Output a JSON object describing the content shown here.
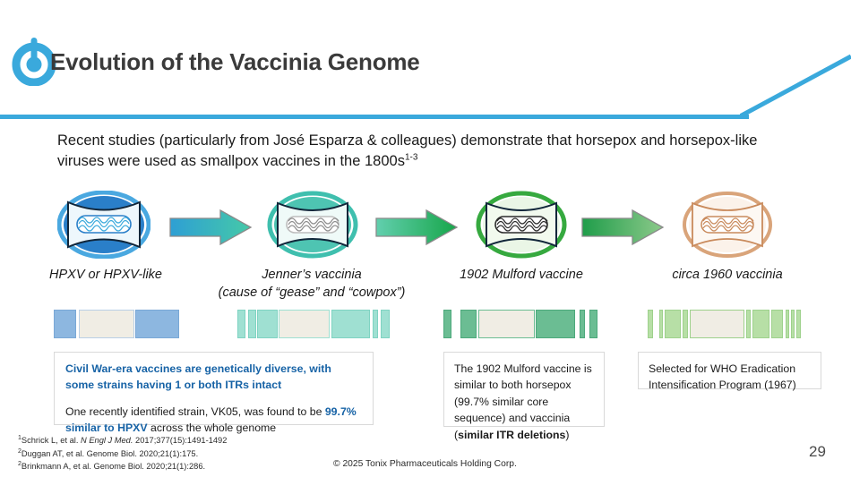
{
  "header": {
    "title": "Evolution of the Vaccinia Genome",
    "logo_icon": "tonix-power-logo-icon",
    "accent_color": "#3aa9dc"
  },
  "intro": {
    "line1": "Recent studies (particularly from José Esparza & colleagues) demonstrate that horsepox and",
    "line2": "horsepox-like viruses were used as smallpox vaccines in the 1800s",
    "citation": "1-3"
  },
  "timeline": {
    "stages": [
      {
        "virion_name": "virion-hpxv-icon",
        "caption_line1": "HPXV or HPXV-like",
        "caption_line2": "",
        "ring_color": "#2a7fc9",
        "core_color": "#3aa9dc"
      },
      {
        "virion_name": "virion-jenners-vaccinia-icon",
        "caption_line1": "Jenner’s vaccinia",
        "caption_line2": "(cause of “gease” and “cowpox”)",
        "ring_color": "#3fbfae",
        "core_color": "#8d8d8d"
      },
      {
        "virion_name": "virion-mulford-1902-icon",
        "caption_line1": "1902 Mulford vaccine",
        "caption_line2": "",
        "ring_color": "#36a93f",
        "core_color": "#2b2b2b"
      },
      {
        "virion_name": "virion-circa-1960-vaccinia-icon",
        "caption_line1": "circa 1960 vaccinia",
        "caption_line2": "",
        "ring_color": "#d9a47a",
        "core_color": "#c98a5c"
      }
    ],
    "arrows": [
      {
        "name": "arrow-hpxv-to-jenner",
        "from_color": "#2e9fd4",
        "to_color": "#45c9a8"
      },
      {
        "name": "arrow-jenner-to-mulford",
        "from_color": "#62cfae",
        "to_color": "#17a64a"
      },
      {
        "name": "arrow-mulford-to-1960",
        "from_color": "#1f9d4a",
        "to_color": "#8cc98a"
      }
    ]
  },
  "genomes": [
    {
      "name": "genome-bar-hpxv",
      "segments": [
        {
          "width_pct": 18,
          "color": "#8db7e0",
          "border": "#7aa8d6"
        },
        {
          "width_pct": 2,
          "color": "#ffffff",
          "border": "#ffffff"
        },
        {
          "width_pct": 44,
          "color": "#f0ede4",
          "border": "#b9cfe6"
        },
        {
          "width_pct": 1,
          "color": "#ffffff",
          "border": "#ffffff"
        },
        {
          "width_pct": 35,
          "color": "#8db7e0",
          "border": "#7aa8d6"
        }
      ]
    },
    {
      "name": "genome-bar-jenners-vaccinia",
      "segments": [
        {
          "width_pct": 5,
          "color": "#9fe0d2",
          "border": "#7fd3c2"
        },
        {
          "width_pct": 2,
          "color": "#ffffff",
          "border": "#ffffff"
        },
        {
          "width_pct": 5,
          "color": "#9fe0d2",
          "border": "#7fd3c2"
        },
        {
          "width_pct": 1,
          "color": "#ffffff",
          "border": "#ffffff"
        },
        {
          "width_pct": 13,
          "color": "#9fe0d2",
          "border": "#7fd3c2"
        },
        {
          "width_pct": 1,
          "color": "#ffffff",
          "border": "#ffffff"
        },
        {
          "width_pct": 33,
          "color": "#f0ede4",
          "border": "#9fe0d2"
        },
        {
          "width_pct": 1,
          "color": "#ffffff",
          "border": "#ffffff"
        },
        {
          "width_pct": 25,
          "color": "#9fe0d2",
          "border": "#7fd3c2"
        },
        {
          "width_pct": 2,
          "color": "#ffffff",
          "border": "#ffffff"
        },
        {
          "width_pct": 3,
          "color": "#9fe0d2",
          "border": "#7fd3c2"
        },
        {
          "width_pct": 2,
          "color": "#ffffff",
          "border": "#ffffff"
        },
        {
          "width_pct": 6,
          "color": "#9fe0d2",
          "border": "#7fd3c2"
        }
      ]
    },
    {
      "name": "genome-bar-mulford-1902",
      "segments": [
        {
          "width_pct": 5,
          "color": "#6bbd93",
          "border": "#4da97c"
        },
        {
          "width_pct": 6,
          "color": "#ffffff",
          "border": "#ffffff"
        },
        {
          "width_pct": 10,
          "color": "#6bbd93",
          "border": "#4da97c"
        },
        {
          "width_pct": 1,
          "color": "#ffffff",
          "border": "#ffffff"
        },
        {
          "width_pct": 36,
          "color": "#f0ede4",
          "border": "#6bbd93"
        },
        {
          "width_pct": 1,
          "color": "#ffffff",
          "border": "#ffffff"
        },
        {
          "width_pct": 25,
          "color": "#6bbd93",
          "border": "#4da97c"
        },
        {
          "width_pct": 3,
          "color": "#ffffff",
          "border": "#ffffff"
        },
        {
          "width_pct": 3,
          "color": "#6bbd93",
          "border": "#4da97c"
        },
        {
          "width_pct": 3,
          "color": "#ffffff",
          "border": "#ffffff"
        },
        {
          "width_pct": 5,
          "color": "#6bbd93",
          "border": "#4da97c"
        }
      ]
    },
    {
      "name": "genome-bar-circa-1960-vaccinia",
      "segments": [
        {
          "width_pct": 3,
          "color": "#b7dfa6",
          "border": "#9ed18c"
        },
        {
          "width_pct": 4,
          "color": "#ffffff",
          "border": "#ffffff"
        },
        {
          "width_pct": 2,
          "color": "#b7dfa6",
          "border": "#9ed18c"
        },
        {
          "width_pct": 1,
          "color": "#ffffff",
          "border": "#ffffff"
        },
        {
          "width_pct": 10,
          "color": "#b7dfa6",
          "border": "#9ed18c"
        },
        {
          "width_pct": 1,
          "color": "#ffffff",
          "border": "#ffffff"
        },
        {
          "width_pct": 3,
          "color": "#b7dfa6",
          "border": "#9ed18c"
        },
        {
          "width_pct": 1,
          "color": "#ffffff",
          "border": "#ffffff"
        },
        {
          "width_pct": 33,
          "color": "#f0ede4",
          "border": "#9ed18c"
        },
        {
          "width_pct": 1,
          "color": "#ffffff",
          "border": "#ffffff"
        },
        {
          "width_pct": 3,
          "color": "#b7dfa6",
          "border": "#9ed18c"
        },
        {
          "width_pct": 1,
          "color": "#ffffff",
          "border": "#ffffff"
        },
        {
          "width_pct": 10,
          "color": "#b7dfa6",
          "border": "#9ed18c"
        },
        {
          "width_pct": 1,
          "color": "#ffffff",
          "border": "#ffffff"
        },
        {
          "width_pct": 7,
          "color": "#b7dfa6",
          "border": "#9ed18c"
        },
        {
          "width_pct": 2,
          "color": "#ffffff",
          "border": "#ffffff"
        },
        {
          "width_pct": 2,
          "color": "#b7dfa6",
          "border": "#9ed18c"
        },
        {
          "width_pct": 1,
          "color": "#ffffff",
          "border": "#ffffff"
        },
        {
          "width_pct": 2,
          "color": "#b7dfa6",
          "border": "#9ed18c"
        },
        {
          "width_pct": 1,
          "color": "#ffffff",
          "border": "#ffffff"
        },
        {
          "width_pct": 3,
          "color": "#b7dfa6",
          "border": "#9ed18c"
        }
      ]
    }
  ],
  "callouts": {
    "civil_war": {
      "heading": "Civil War-era vaccines are genetically diverse, with some strains having 1 or both ITRs intact",
      "body_part1": "One recently identified strain, VK05, was  found to be ",
      "body_highlight": "99.7% similar to HPXV",
      "body_part2": " across the whole genome"
    },
    "mulford": {
      "part1": "The 1902 Mulford vaccine is similar to both horsepox (99.7% similar core sequence) and vaccinia (",
      "bold": "similar ITR deletions",
      "part2": ")"
    },
    "who": {
      "text": "Selected for WHO Eradication Intensification Program (1967)"
    }
  },
  "footnotes": [
    {
      "sup": "1",
      "author": "Schrick L, et al. ",
      "journal": "N Engl J Med.",
      "rest": " 2017;377(15):1491-1492"
    },
    {
      "sup": "2",
      "author": "Duggan AT, et al. Genome Biol. 2020;21(1):175.",
      "journal": "",
      "rest": ""
    },
    {
      "sup": "2",
      "author": "Brinkmann A, et al. Genome Biol. 2020;21(1):286.",
      "journal": "",
      "rest": ""
    }
  ],
  "footer": {
    "copyright": "© 2025 Tonix Pharmaceuticals Holding Corp.",
    "page_number": "29"
  }
}
